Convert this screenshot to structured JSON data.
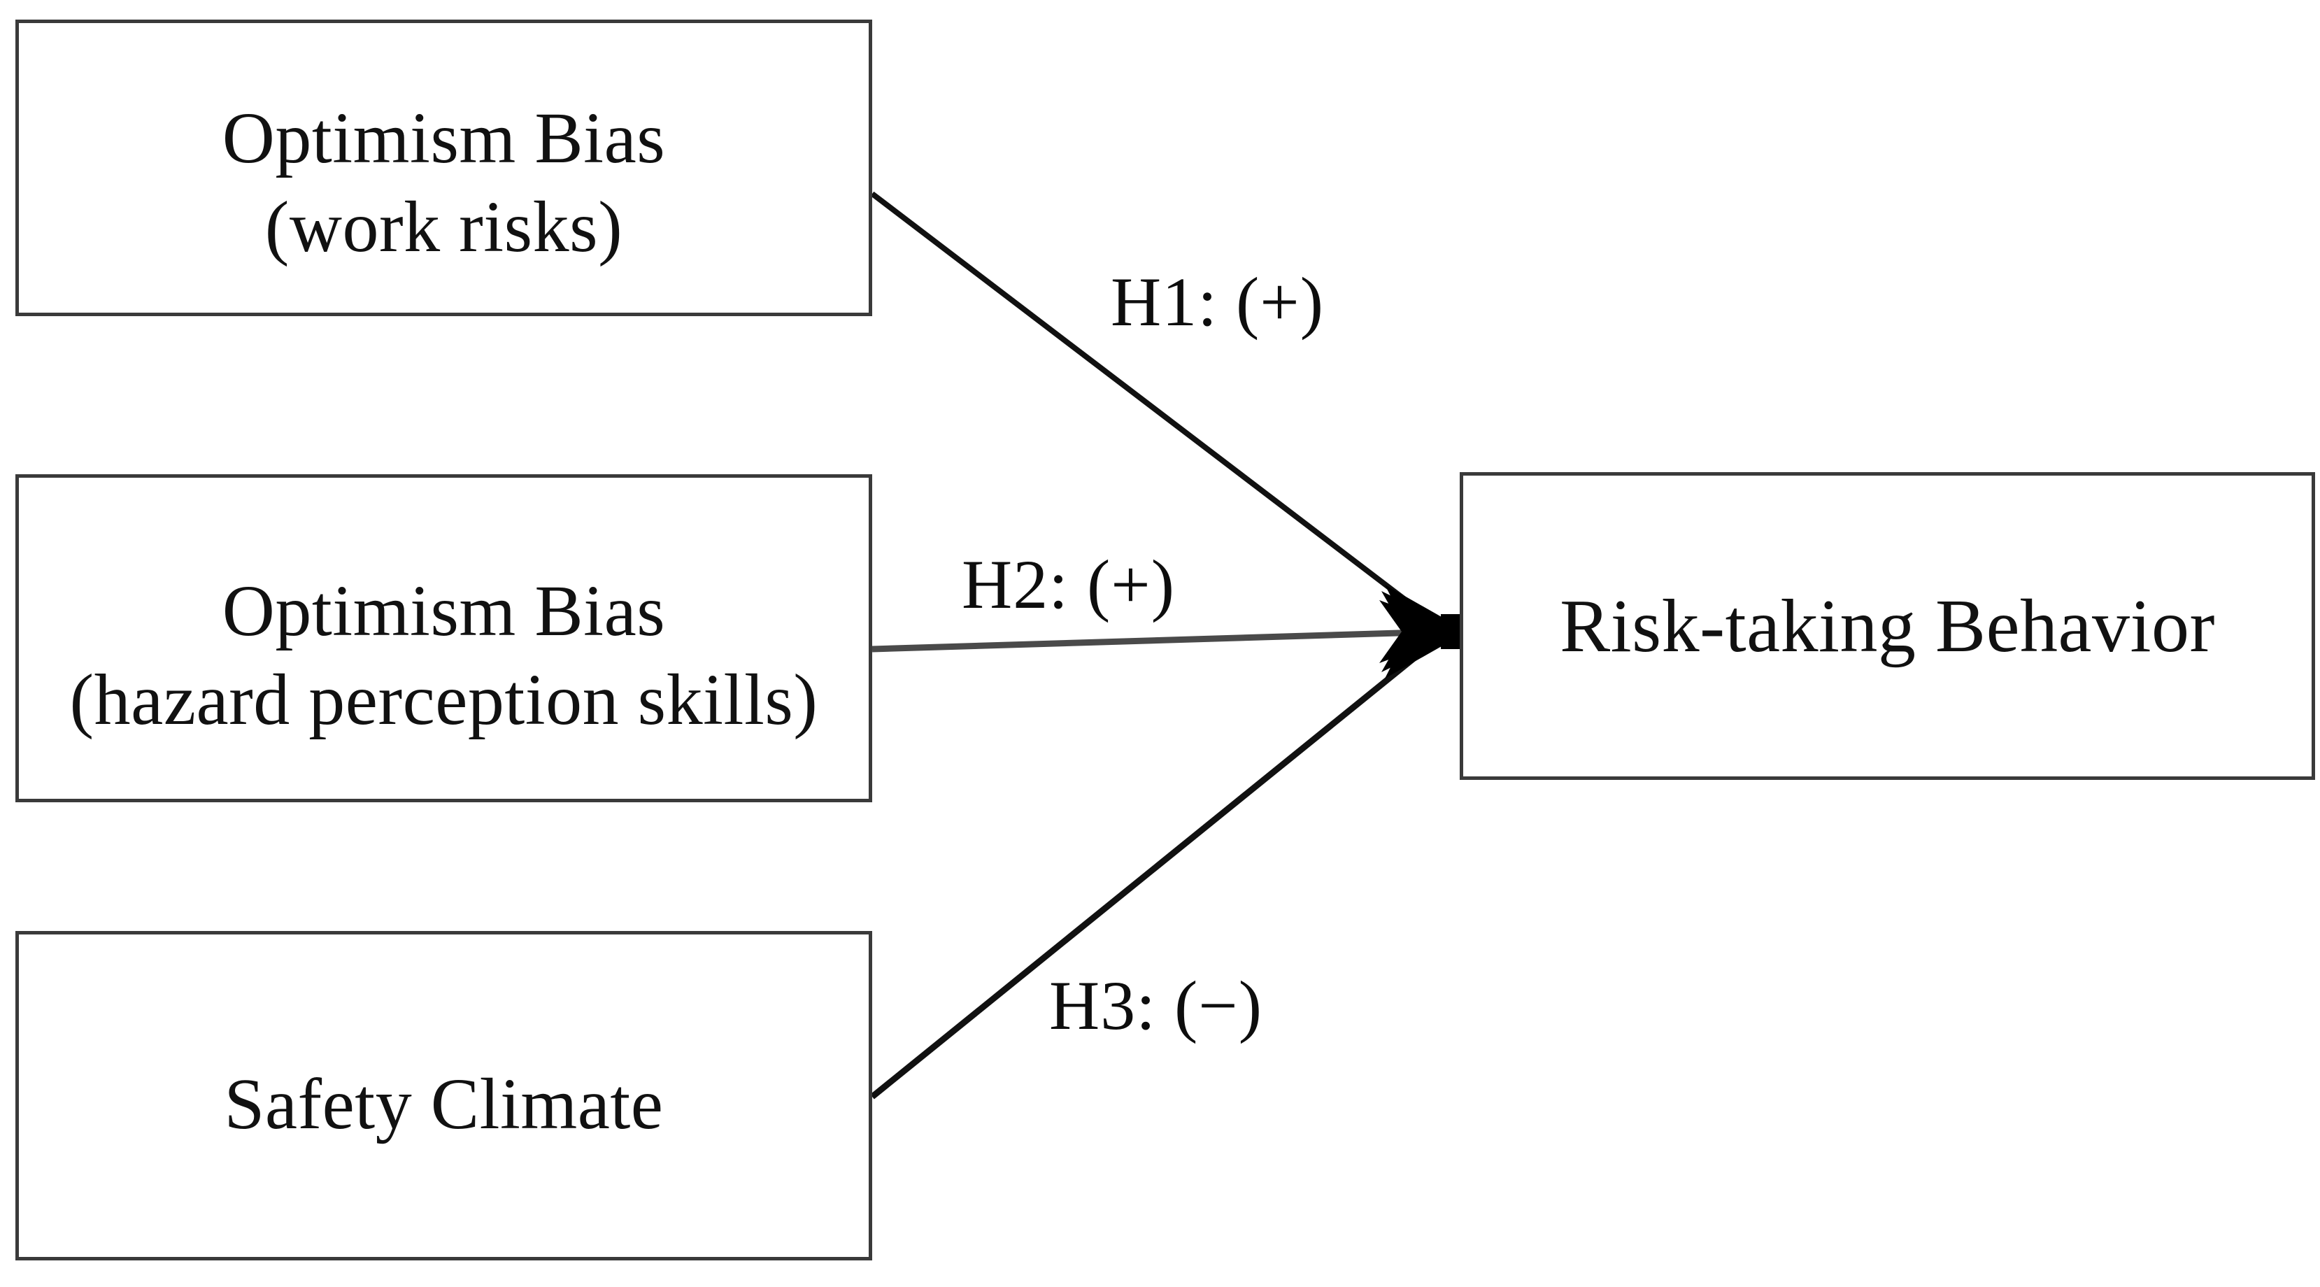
{
  "diagram": {
    "type": "conceptual-research-model",
    "background_color": "#ffffff",
    "box_border_color": "#3a3a3a",
    "line_color": "#111111",
    "text_color": "#111111",
    "predictors": [
      {
        "id": "optimism-bias-work-risks",
        "label": "Optimism Bias\n(work risks)"
      },
      {
        "id": "optimism-bias-hazard-perception",
        "label": "Optimism Bias\n(hazard perception skills)"
      },
      {
        "id": "safety-climate",
        "label": "Safety Climate"
      }
    ],
    "outcome": {
      "id": "risk-taking-behavior",
      "label": "Risk-taking Behavior"
    },
    "hypotheses": [
      {
        "id": "h1",
        "label": "H1: (+)",
        "name": "H1",
        "sign": "+",
        "from": "optimism-bias-work-risks",
        "to": "risk-taking-behavior"
      },
      {
        "id": "h2",
        "label": "H2: (+)",
        "name": "H2",
        "sign": "+",
        "from": "optimism-bias-hazard-perception",
        "to": "risk-taking-behavior"
      },
      {
        "id": "h3",
        "label": "H3: (−)",
        "name": "H3",
        "sign": "−",
        "from": "safety-climate",
        "to": "risk-taking-behavior"
      }
    ]
  }
}
